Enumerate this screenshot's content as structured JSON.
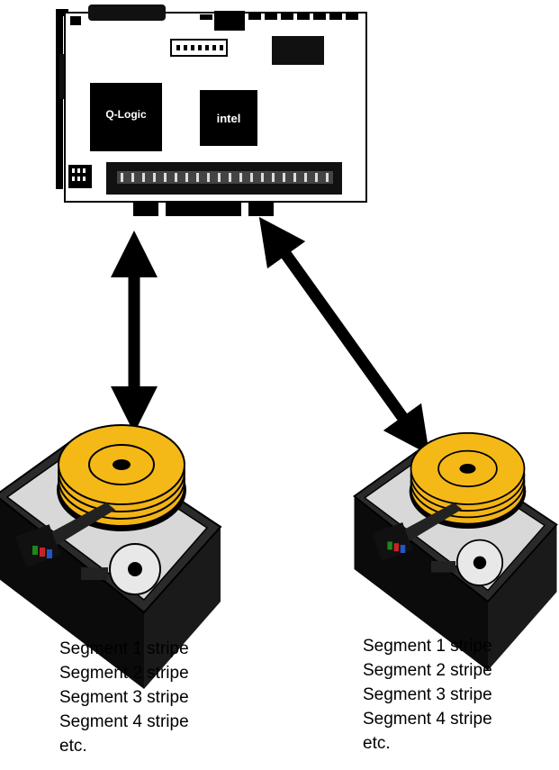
{
  "controller_card": {
    "chip_left_label": "Q-Logic",
    "chip_right_label": "intel"
  },
  "disks": [
    {
      "segments": [
        "Segment 1 stripe",
        "Segment 2 stripe",
        "Segment 3 stripe",
        "Segment 4 stripe",
        "etc."
      ]
    },
    {
      "segments": [
        "Segment 1 stripe",
        "Segment 2 stripe",
        "Segment 3 stripe",
        "Segment 4 stripe",
        "etc."
      ]
    }
  ],
  "colors": {
    "platter": "#f2b416",
    "chassis": "#111111",
    "card_border": "#000000",
    "background": "#ffffff"
  }
}
